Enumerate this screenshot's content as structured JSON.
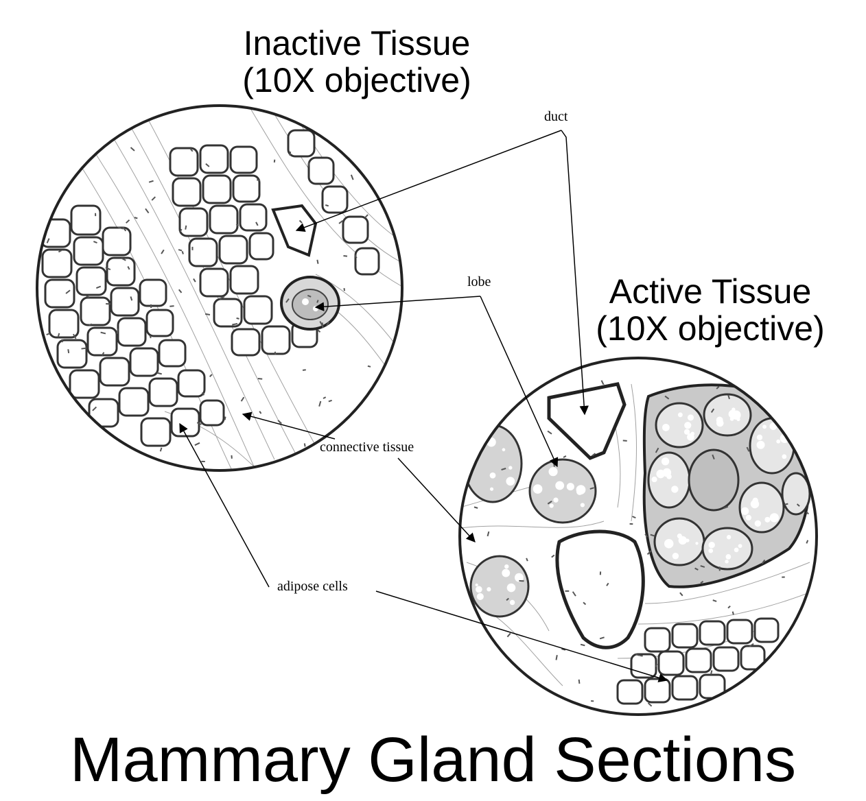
{
  "title": "Mammary Gland Sections",
  "panels": {
    "inactive": {
      "line1": "Inactive Tissue",
      "line2": "(10X objective)"
    },
    "active": {
      "line1": "Active Tissue",
      "line2": "(10X objective)"
    }
  },
  "labels": {
    "duct": "duct",
    "lobe": "lobe",
    "connective": "connective tissue",
    "adipose": "adipose cells"
  }
}
